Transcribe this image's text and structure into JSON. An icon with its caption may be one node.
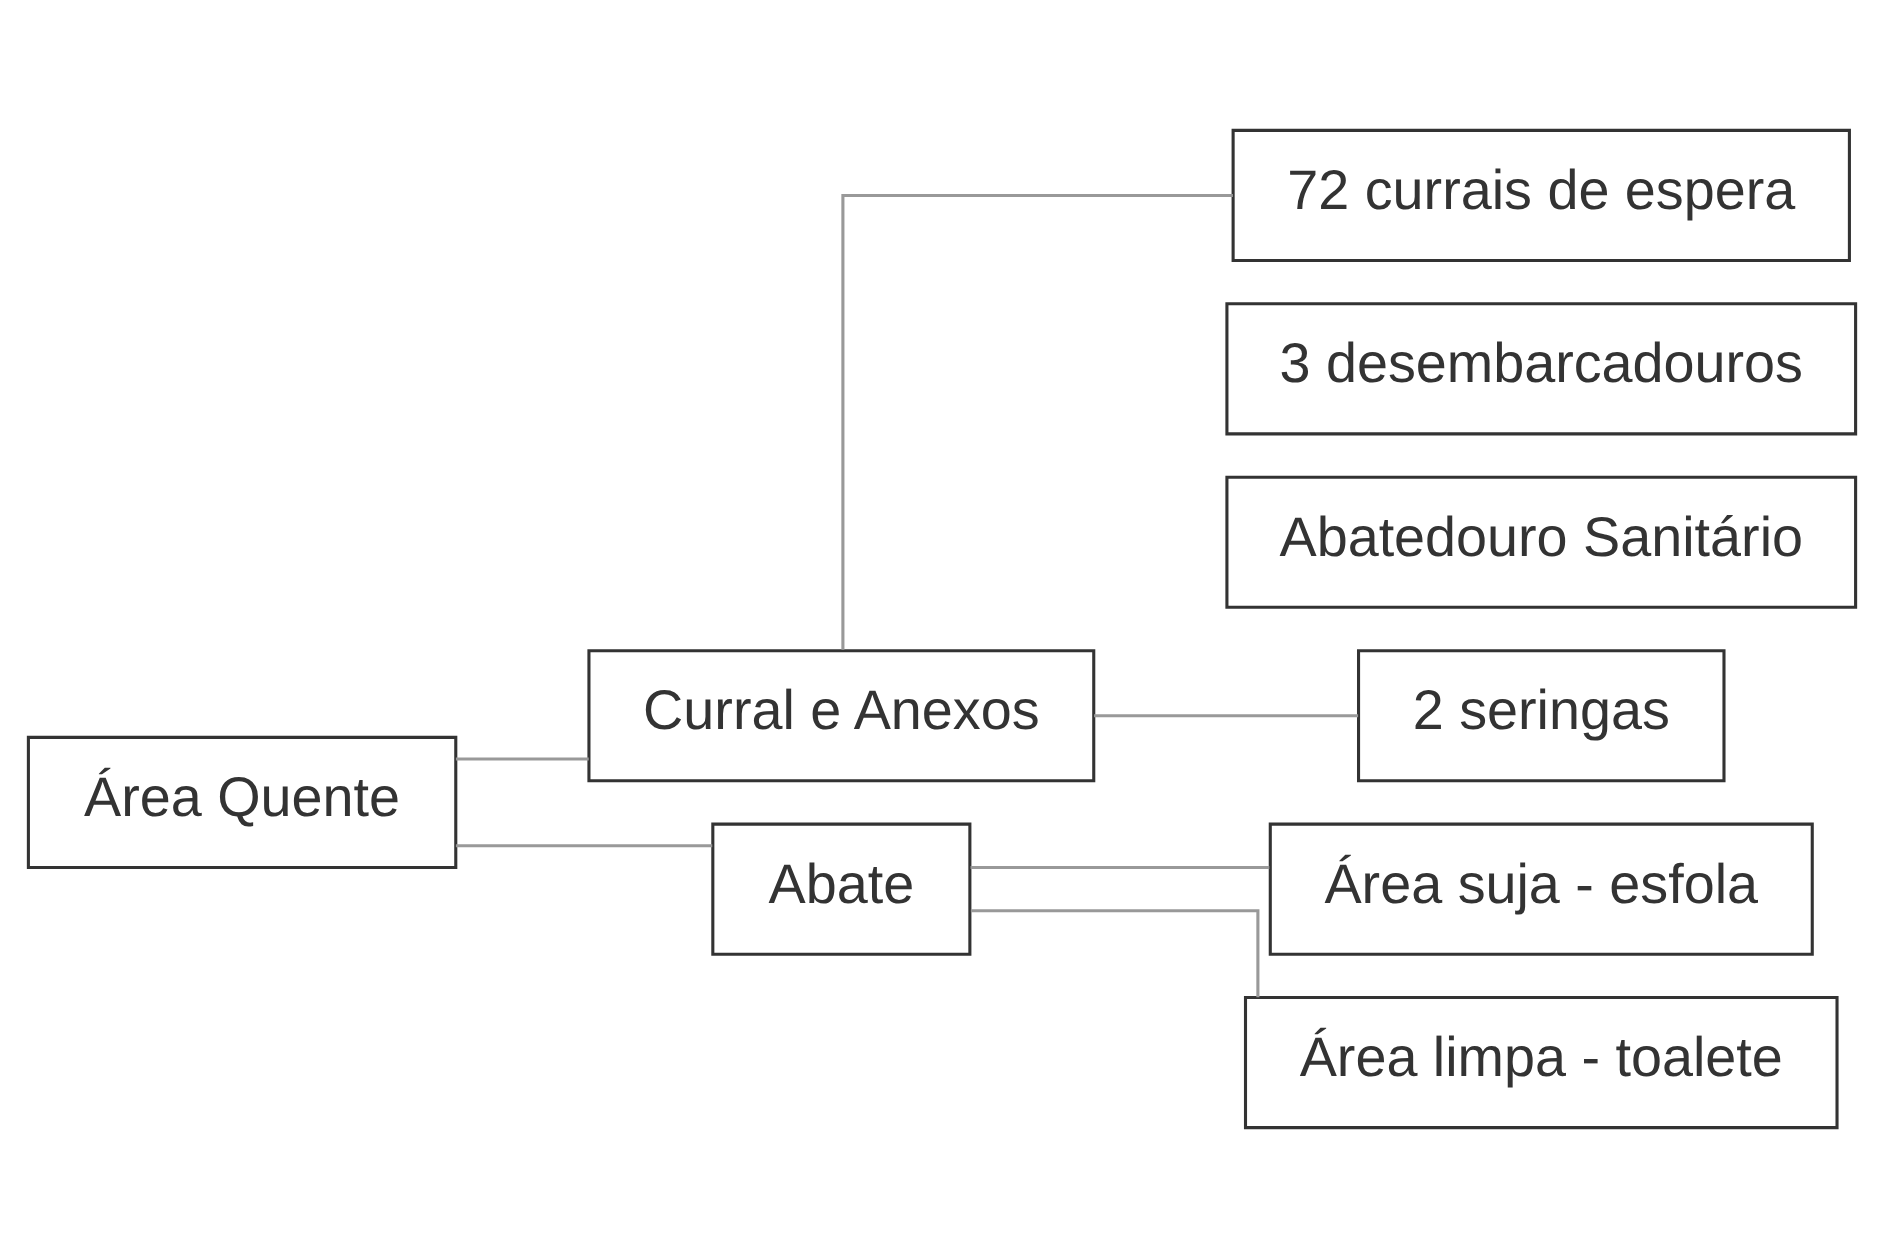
{
  "diagram": {
    "nodes": [
      {
        "text": [
          "Área Quente"
        ]
      },
      {
        "text": [
          "Curral e Anexos"
        ]
      },
      {
        "text": [
          "72 currais de espera"
        ]
      },
      {
        "text": [
          "3 desembarcadouros"
        ]
      },
      {
        "text": [
          "Abatedouro Sanitário"
        ]
      },
      {
        "text": [
          "2 seringas"
        ]
      },
      {
        "text": [
          "Abate"
        ]
      },
      {
        "text": [
          "Área suja - esfola"
        ]
      },
      {
        "text": [
          "Área limpa - toalete"
        ]
      }
    ],
    "edges": [
      {
        "from": 0,
        "to": 1,
        "arrow": "none"
      },
      {
        "from": 0,
        "to": 6,
        "arrow": "none"
      },
      {
        "from": 1,
        "to": 2,
        "arrow": "none"
      },
      {
        "from": 1,
        "to": 5,
        "arrow": "none"
      },
      {
        "from": 6,
        "to": 7,
        "arrow": "none"
      },
      {
        "from": 6,
        "to": 8,
        "arrow": "none"
      }
    ]
  }
}
